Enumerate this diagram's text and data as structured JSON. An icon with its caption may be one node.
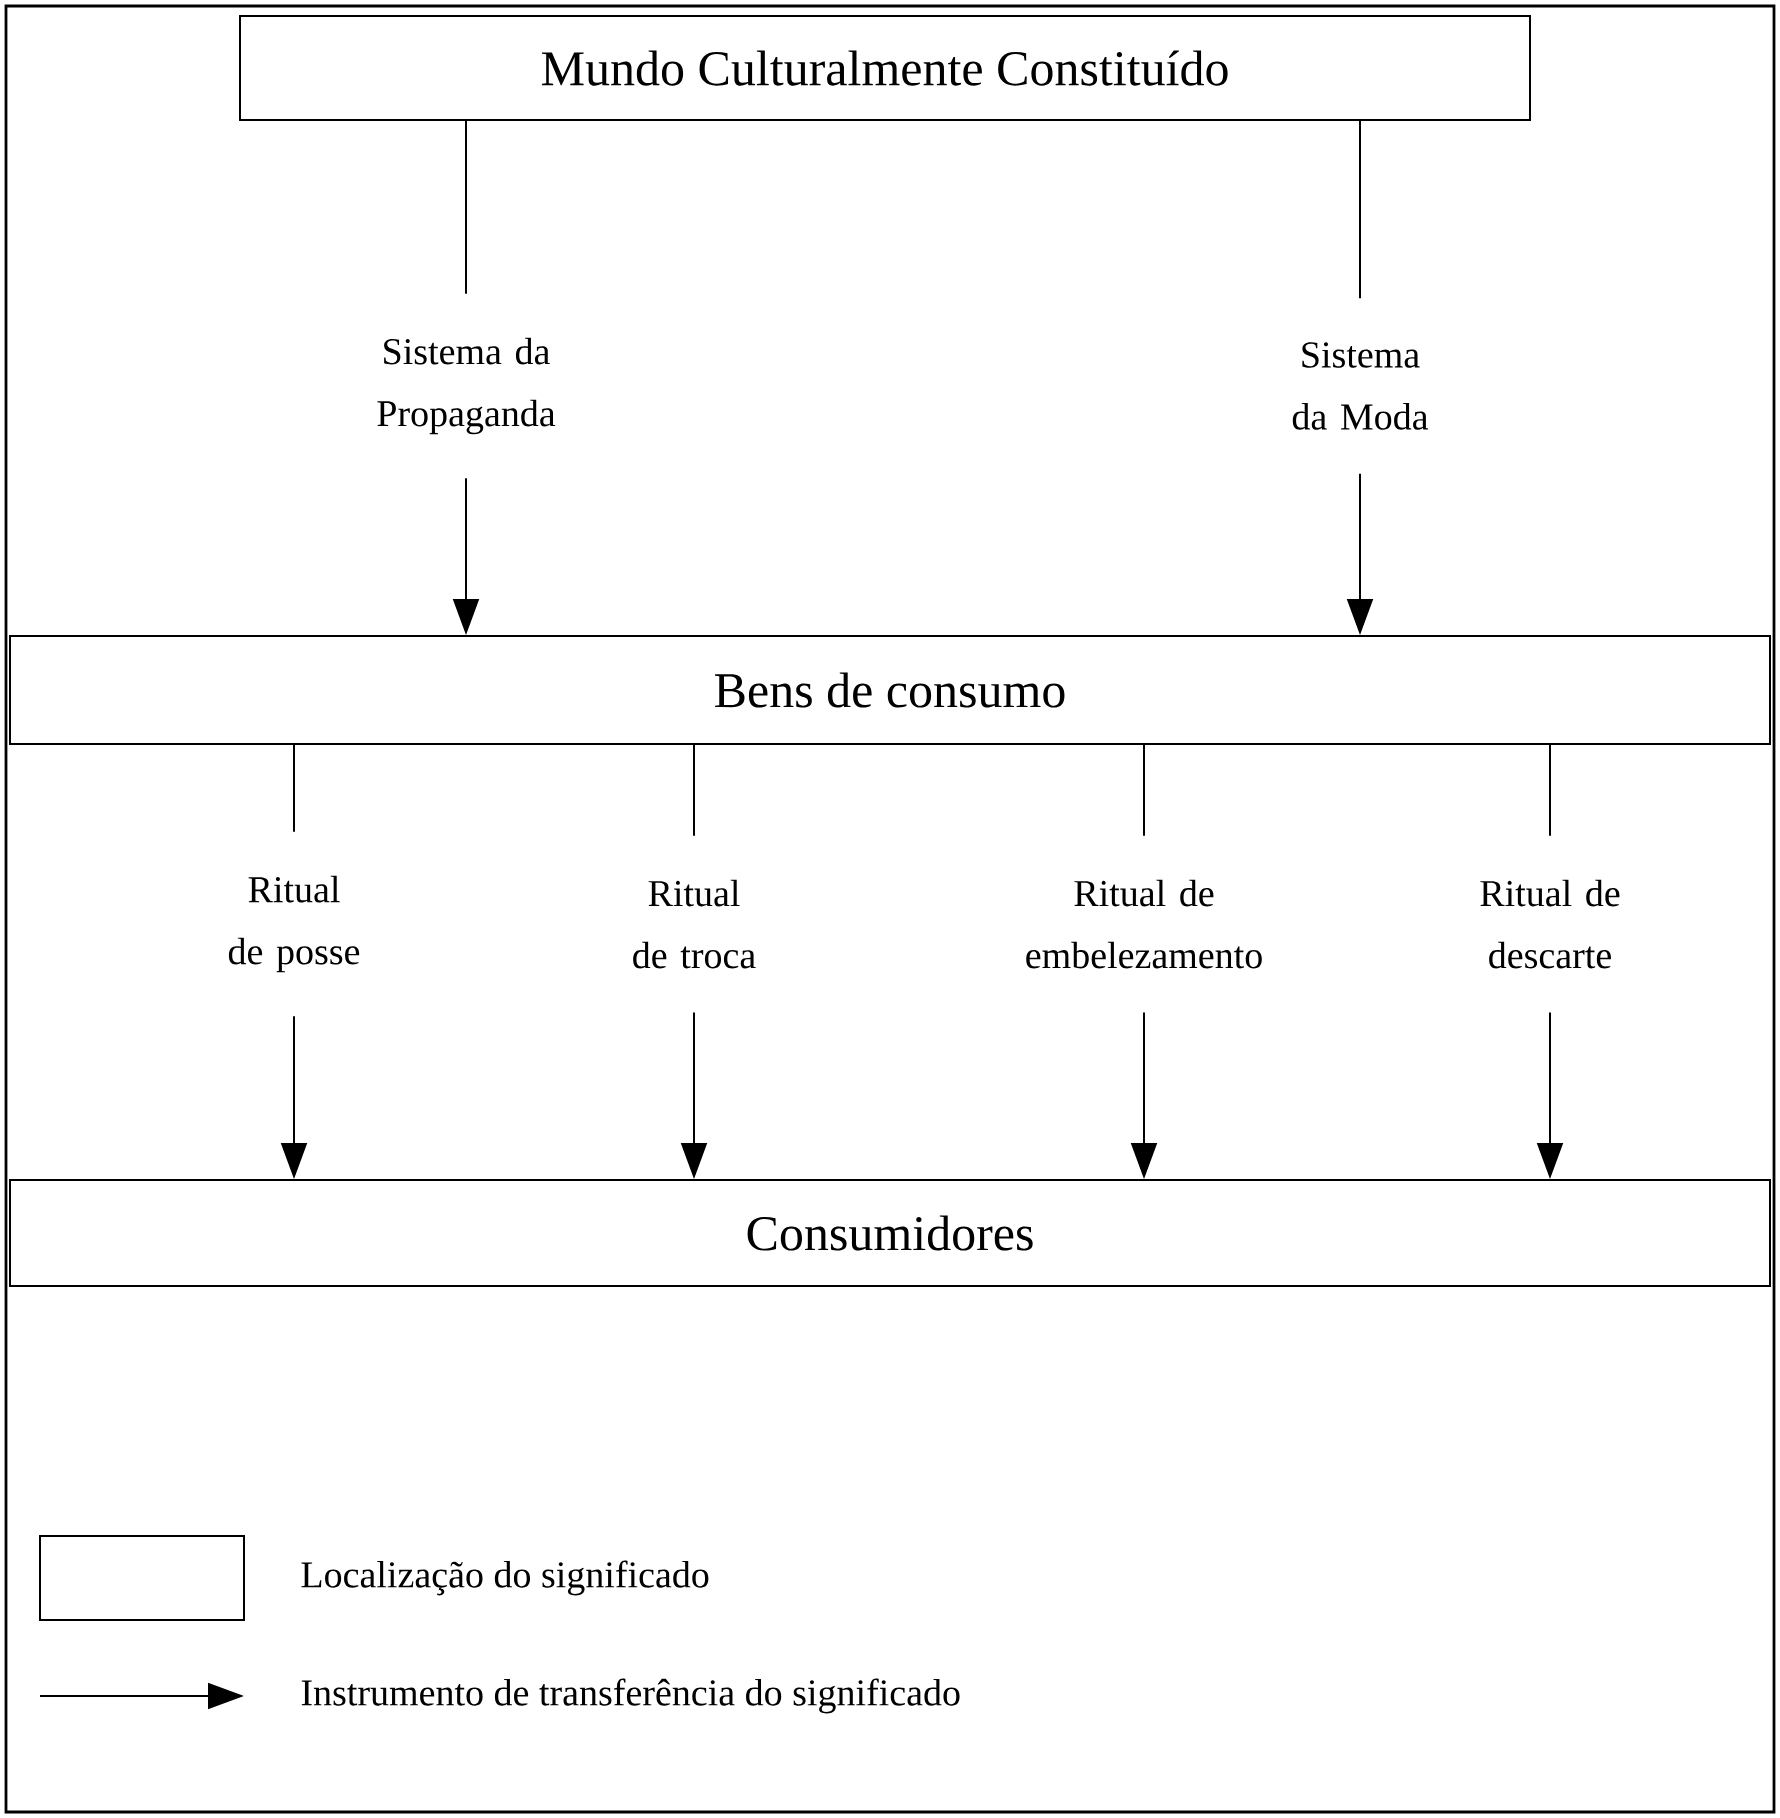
{
  "diagram": {
    "nodes": [
      {
        "text": [
          "Mundo Culturalmente Constituído"
        ]
      },
      {
        "text": [
          "Bens de consumo"
        ]
      },
      {
        "text": [
          "Consumidores"
        ]
      }
    ],
    "edges": [
      {
        "from": 0,
        "to": 1,
        "arrow": "to",
        "label": "Sistema da Propaganda"
      },
      {
        "from": 0,
        "to": 1,
        "arrow": "to",
        "label": "Sistema da Moda"
      },
      {
        "from": 1,
        "to": 2,
        "arrow": "to",
        "label": "Ritual de posse"
      },
      {
        "from": 1,
        "to": 2,
        "arrow": "to",
        "label": "Ritual de troca"
      },
      {
        "from": 1,
        "to": 2,
        "arrow": "to",
        "label": "Ritual de embelezamento"
      },
      {
        "from": 1,
        "to": 2,
        "arrow": "to",
        "label": "Ritual de descarte"
      }
    ],
    "legend": [
      {
        "text": "Localização do significado"
      },
      {
        "text": "Instrumento de transferência do significado"
      }
    ]
  }
}
